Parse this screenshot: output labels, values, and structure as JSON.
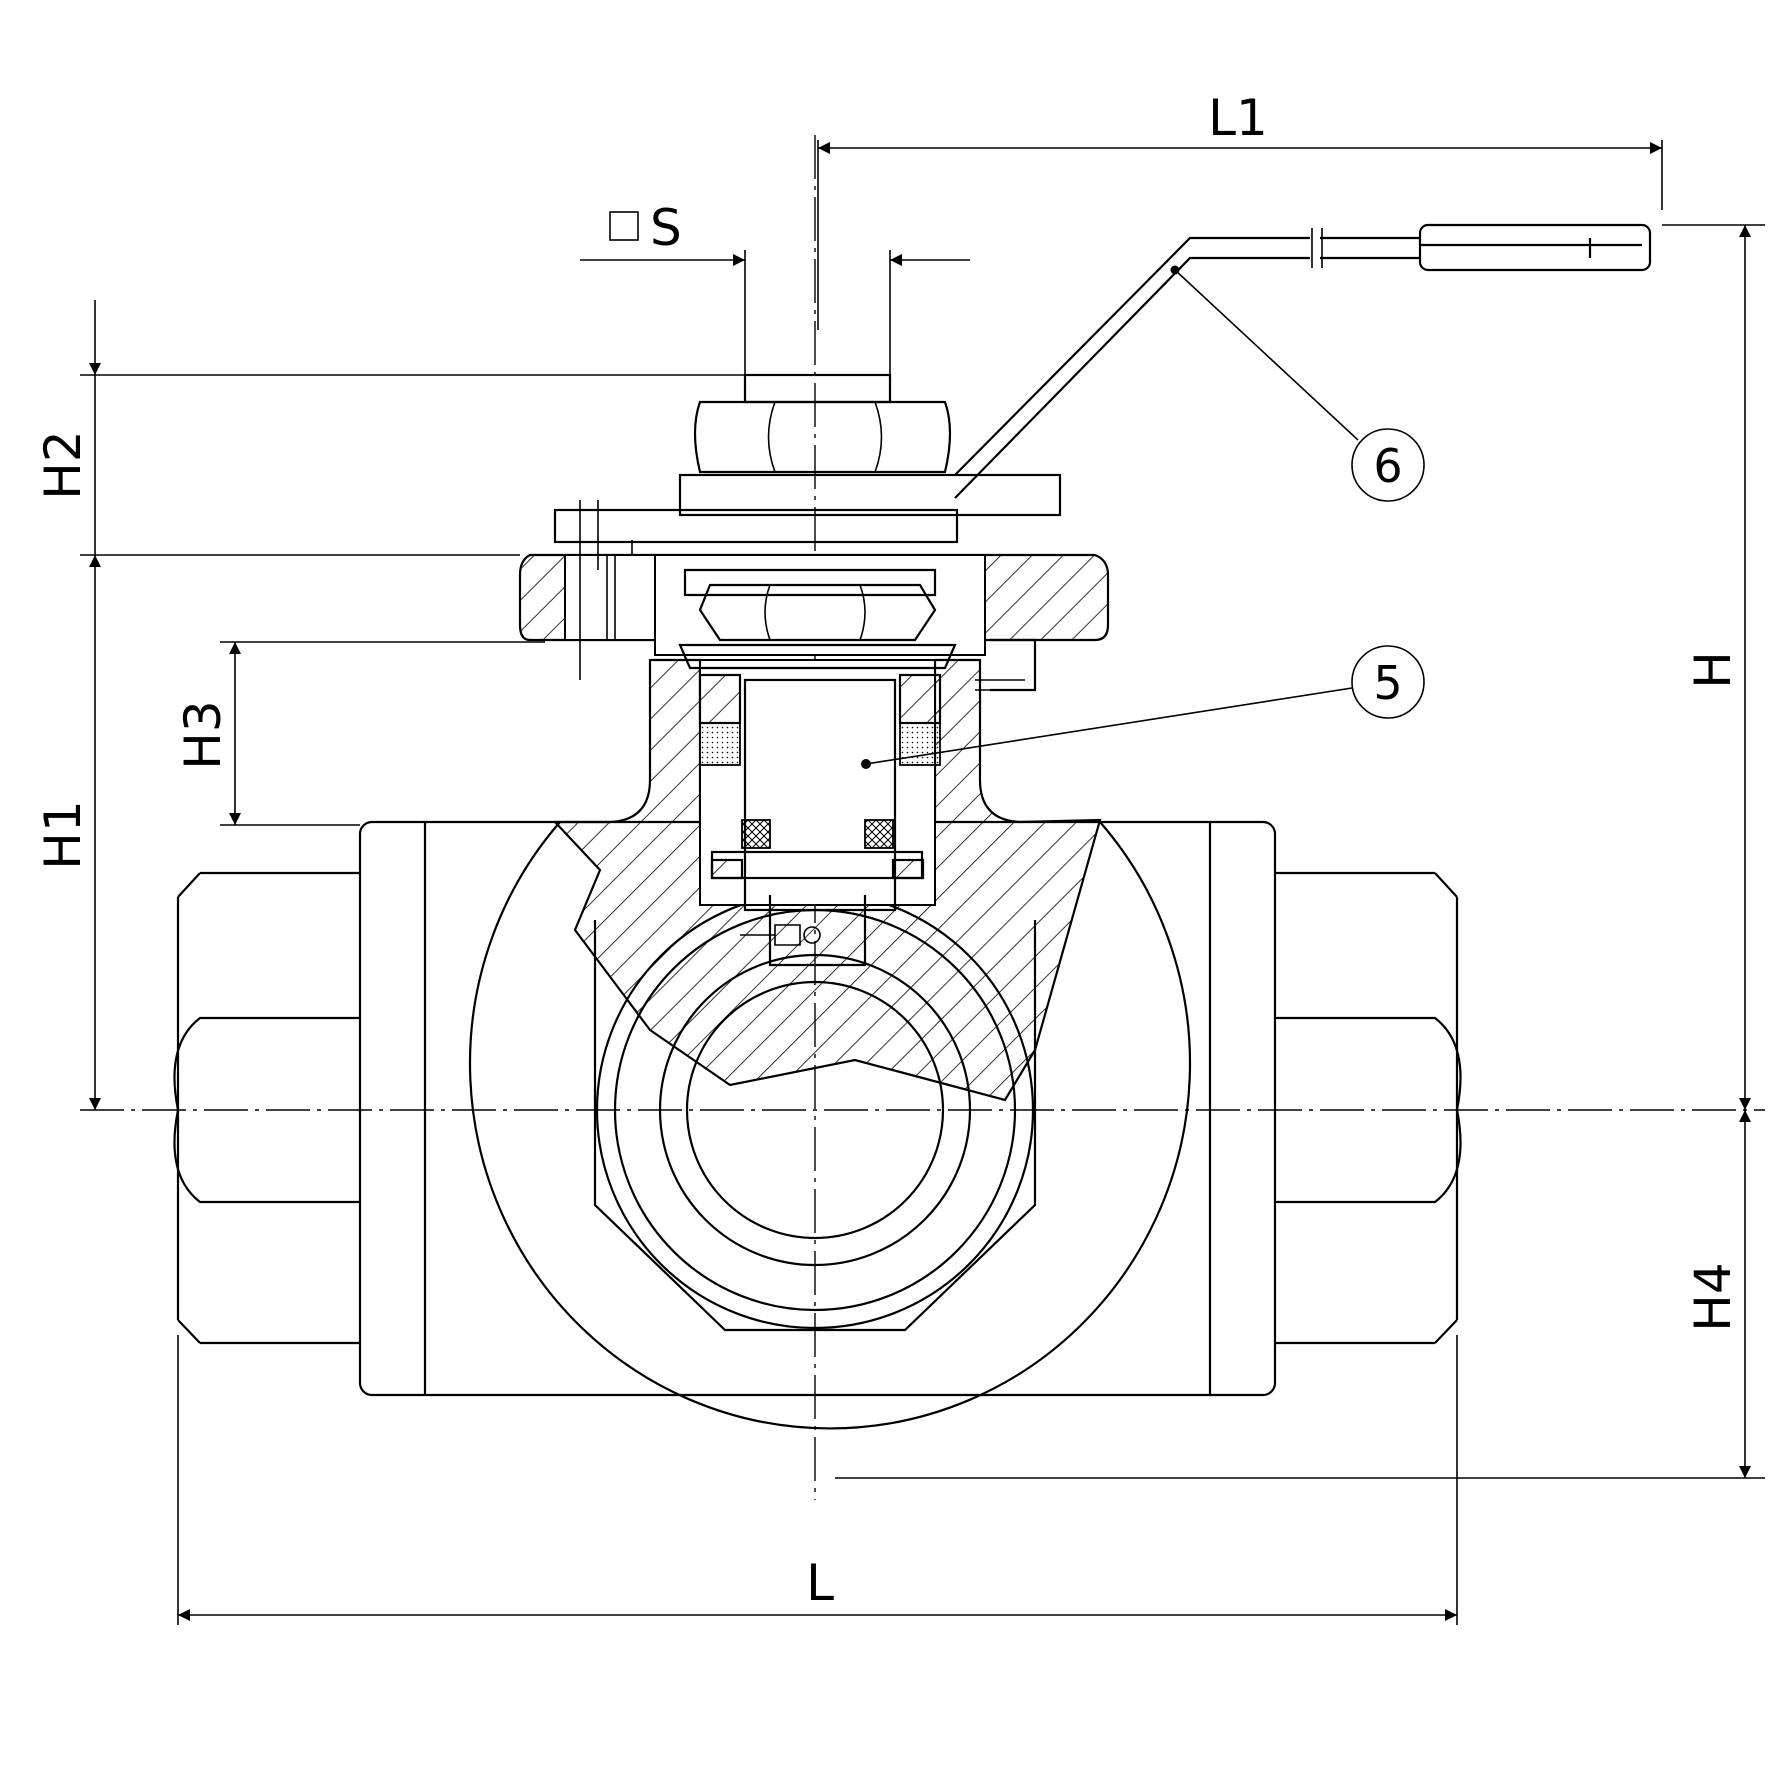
{
  "drawing": {
    "dimensions": {
      "L": "L",
      "L1": "L1",
      "S": "S",
      "H": "H",
      "H1": "H1",
      "H2": "H2",
      "H3": "H3",
      "H4": "H4"
    },
    "balloons": {
      "item5": "5",
      "item6": "6"
    },
    "colors": {
      "line": "#000000",
      "background": "#ffffff"
    }
  }
}
